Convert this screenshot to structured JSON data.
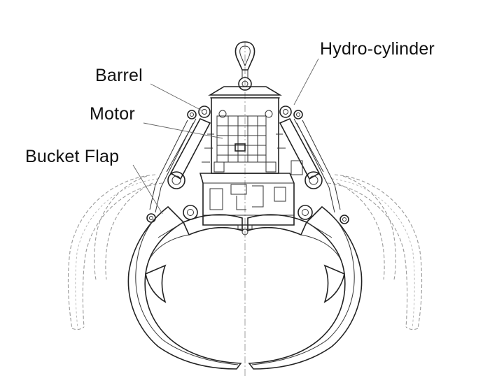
{
  "labels": {
    "hydro_cylinder": "Hydro-cylinder",
    "barrel": "Barrel",
    "motor": "Motor",
    "bucket_flap": "Bucket Flap"
  },
  "colors": {
    "line": "#222222",
    "ghost_outline": "#9a9a9a",
    "text": "#111111",
    "background": "#ffffff"
  }
}
